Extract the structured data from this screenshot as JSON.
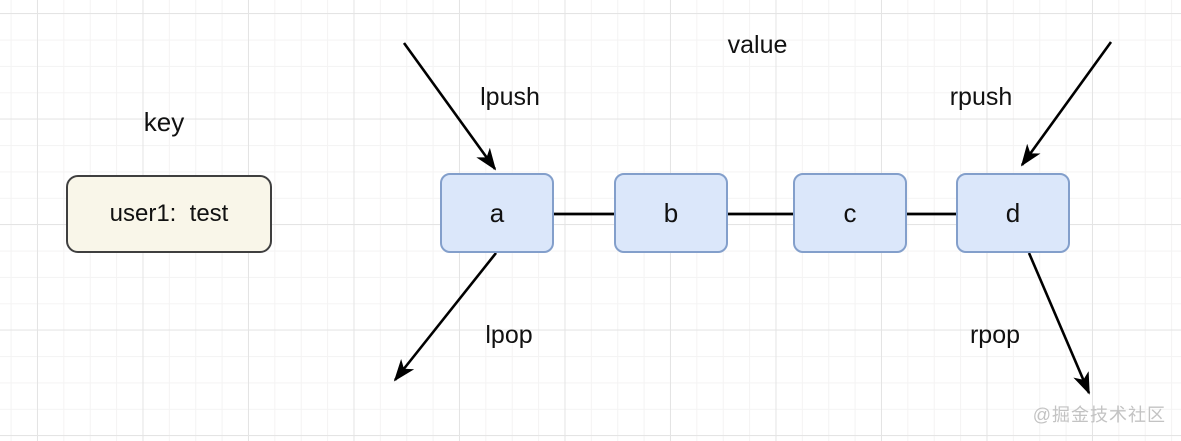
{
  "diagram": {
    "title_labels": {
      "key": "key",
      "value": "value"
    },
    "key_node": {
      "text": "user1:  test"
    },
    "list_nodes": [
      "a",
      "b",
      "c",
      "d"
    ],
    "operations": {
      "lpush": "lpush",
      "rpush": "rpush",
      "lpop": "lpop",
      "rpop": "rpop"
    },
    "watermark": "@掘金技术社区",
    "colors": {
      "node_fill": "#dbe7fa",
      "node_border": "#839fcb",
      "key_fill": "#f9f6e9",
      "key_border": "#3f3f3f",
      "arrow": "#000000",
      "grid_major": "#e4e4e4",
      "grid_minor": "#f4f3f3",
      "watermark": "#c3c3c3",
      "text": "#111111"
    }
  }
}
